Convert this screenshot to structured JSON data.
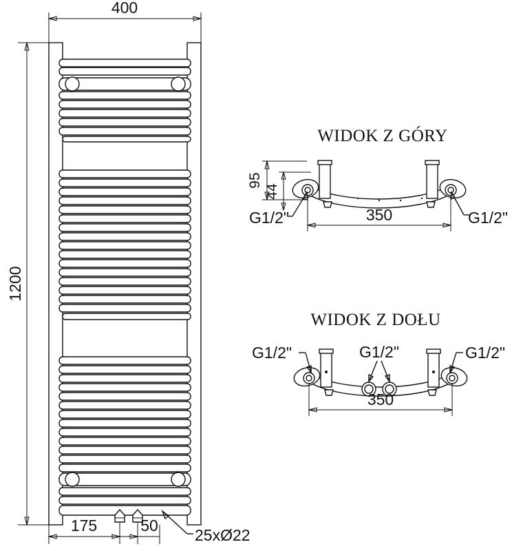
{
  "document": {
    "type": "technical-drawing",
    "subject": "Towel rail radiator dimensional drawing",
    "language": "pl"
  },
  "front_view": {
    "name": "front-view",
    "dimensions": {
      "width_label": "400",
      "height_label": "1200",
      "offset_left_label": "175",
      "offset_spacing_label": "50",
      "holes_label": "25xØ22"
    }
  },
  "top_view": {
    "title": "WIDOK Z GÓRY",
    "dimensions": {
      "depth_outer_label": "95",
      "depth_inner_label": "44",
      "center_distance_label": "350"
    },
    "connections": [
      {
        "label": "G1/2\"",
        "position": "left"
      },
      {
        "label": "G1/2\"",
        "position": "right"
      }
    ]
  },
  "bottom_view": {
    "title": "WIDOK Z DOŁU",
    "dimensions": {
      "center_distance_label": "350"
    },
    "connections": [
      {
        "label": "G1/2\"",
        "position": "left-outer"
      },
      {
        "label": "G1/2\"",
        "position": "center-pair"
      },
      {
        "label": "G1/2\"",
        "position": "right-outer"
      }
    ]
  },
  "colors": {
    "line": "#111111",
    "background": "#ffffff"
  }
}
